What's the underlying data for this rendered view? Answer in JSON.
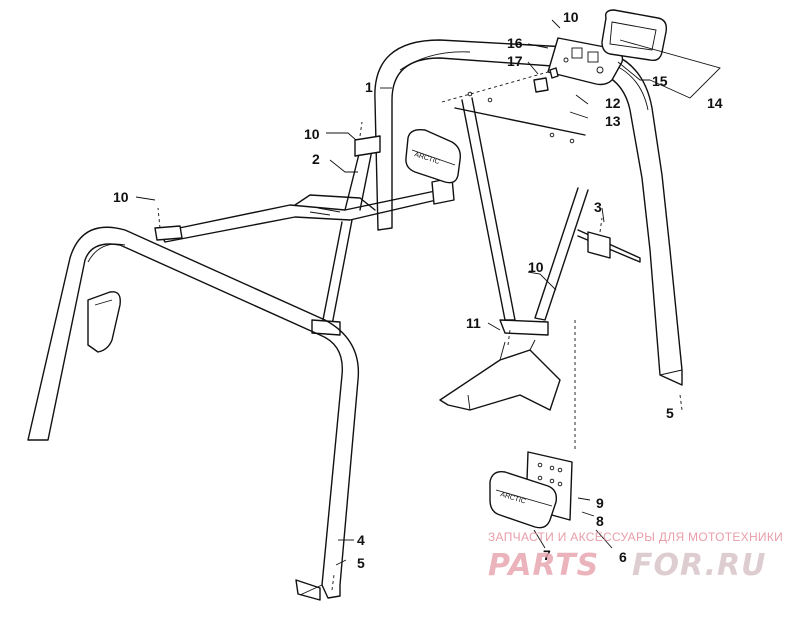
{
  "callouts": {
    "c1": "1",
    "c2": "2",
    "c3": "3",
    "c4": "4",
    "c5a": "5",
    "c5b": "5",
    "c6": "6",
    "c7": "7",
    "c8": "8",
    "c9": "9",
    "c10a": "10",
    "c10b": "10",
    "c10c": "10",
    "c10d": "10",
    "c11": "11",
    "c12": "12",
    "c13": "13",
    "c14": "14",
    "c15": "15",
    "c16": "16",
    "c17": "17"
  },
  "watermark": {
    "tagline": "ЗАПЧАСТИ И АКСЕССУАРЫ ДЛЯ МОТОТЕХНИКИ",
    "logo_left": "PARTS",
    "logo_right": "FOR.RU"
  },
  "colors": {
    "line": "#111111",
    "watermark_text": "#e58d9a",
    "watermark_logo": "#e8a6b0"
  }
}
